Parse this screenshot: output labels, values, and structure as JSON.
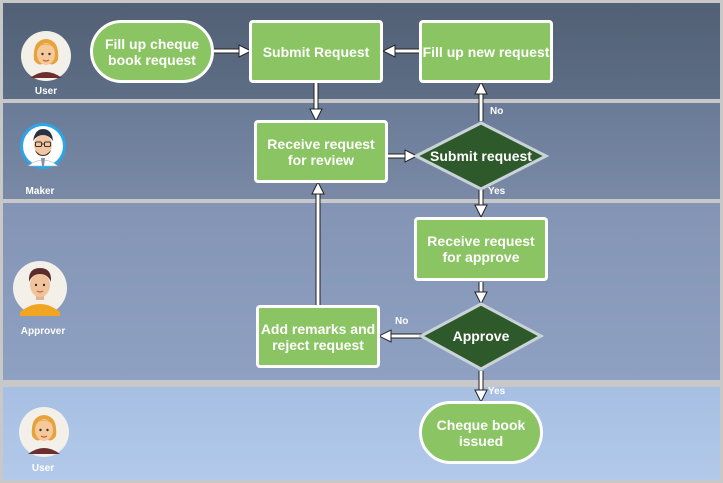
{
  "lanes": [
    {
      "actor": "User",
      "avatar_icon": "woman-avatar-icon"
    },
    {
      "actor": "Maker",
      "avatar_icon": "man-glasses-avatar-icon"
    },
    {
      "actor": "Approver",
      "avatar_icon": "man-avatar-icon"
    },
    {
      "actor": "User",
      "avatar_icon": "woman-avatar-icon"
    }
  ],
  "nodes": {
    "fill_cheque": "Fill up cheque book  request",
    "submit_request_1": "Submit Request",
    "fill_new": "Fill up  new request",
    "receive_review": "Receive request for review",
    "submit_request_decision": "Submit request",
    "receive_approve": "Receive request for approve",
    "approve_decision": "Approve",
    "add_remarks": "Add remarks and reject request",
    "cheque_issued": "Cheque book issued"
  },
  "edge_labels": {
    "submit_no": "No",
    "submit_yes": "Yes",
    "approve_no": "No",
    "approve_yes": "Yes"
  },
  "colors": {
    "process_fill": "#8bc463",
    "decision_fill": "#2e5a2b",
    "stroke": "#ffffff",
    "arrow_outline": "#222222"
  }
}
